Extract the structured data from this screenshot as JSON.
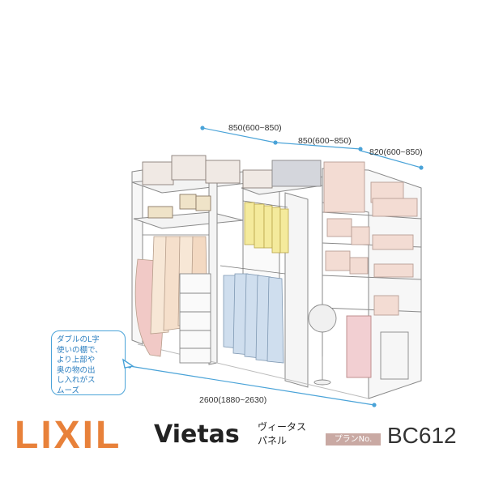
{
  "dimensions": {
    "left_width": "850(600~850)",
    "middle_width": "850(600~850)",
    "right_width": "820(600~850)",
    "total_length": "2600(1880~2630)"
  },
  "callout": {
    "lines": [
      "ダブルのL字",
      "使いの棚で、",
      "より上部や",
      "奥の物の出",
      "し入れがス",
      "ムーズ"
    ]
  },
  "brand": {
    "logo_text": "LIXIL",
    "product_line": "Vietas",
    "product_type_line1": "ヴィータス",
    "product_type_line2": "パネル"
  },
  "plan": {
    "label": "プランNo.",
    "code": "BC612"
  },
  "colors": {
    "logo": "#e8813a",
    "dimension_line": "#4aa3d8",
    "plan_badge": "#c9a9a3"
  }
}
